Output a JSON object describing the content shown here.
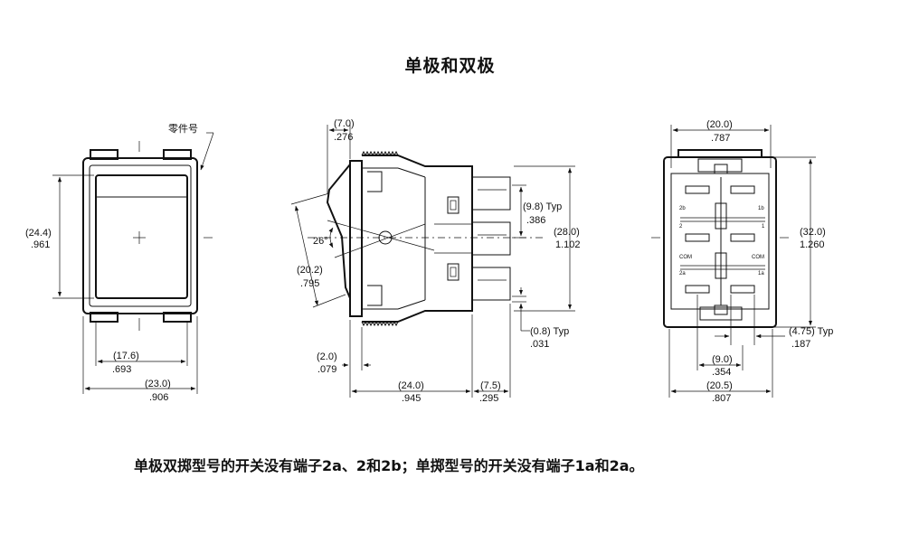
{
  "title": "单极和双极",
  "footnote": "单极双掷型号的开关没有端子2a、2和2b；单掷型号的开关没有端子1a和2a。",
  "front_view": {
    "part_number_label": "零件号",
    "height": [
      "(24.4)",
      ".961"
    ],
    "rocker_width": [
      "(17.6)",
      ".693"
    ],
    "overall_width": [
      "(23.0)",
      ".906"
    ]
  },
  "side_view": {
    "actuator": [
      "(7.0)",
      ".276"
    ],
    "angle": "26°",
    "pivot": [
      "(20.2)",
      ".795"
    ],
    "terminal_spacing": [
      "(9.8) Typ",
      ".386"
    ],
    "height": [
      "(28.0)",
      "1.102"
    ],
    "terminal_thickness": [
      "(0.8) Typ",
      ".031"
    ],
    "flange": [
      "(2.0)",
      ".079"
    ],
    "depth": [
      "(24.0)",
      ".945"
    ],
    "terminal_length": [
      "(7.5)",
      ".295"
    ]
  },
  "back_view": {
    "top_width": [
      "(20.0)",
      ".787"
    ],
    "height": [
      "(32.0)",
      "1.260"
    ],
    "terminal_width": [
      "(4.75) Typ",
      ".187"
    ],
    "terminal_pitch": [
      "(9.0)",
      ".354"
    ],
    "bottom_width": [
      "(20.5)",
      ".807"
    ],
    "terminal_labels": {
      "t2b": "2b",
      "t1b": "1b",
      "t2": "2",
      "t1": "1",
      "com_left": "COM",
      "com_right": "COM",
      "t2a": "2a",
      "t1a": "1a"
    }
  }
}
